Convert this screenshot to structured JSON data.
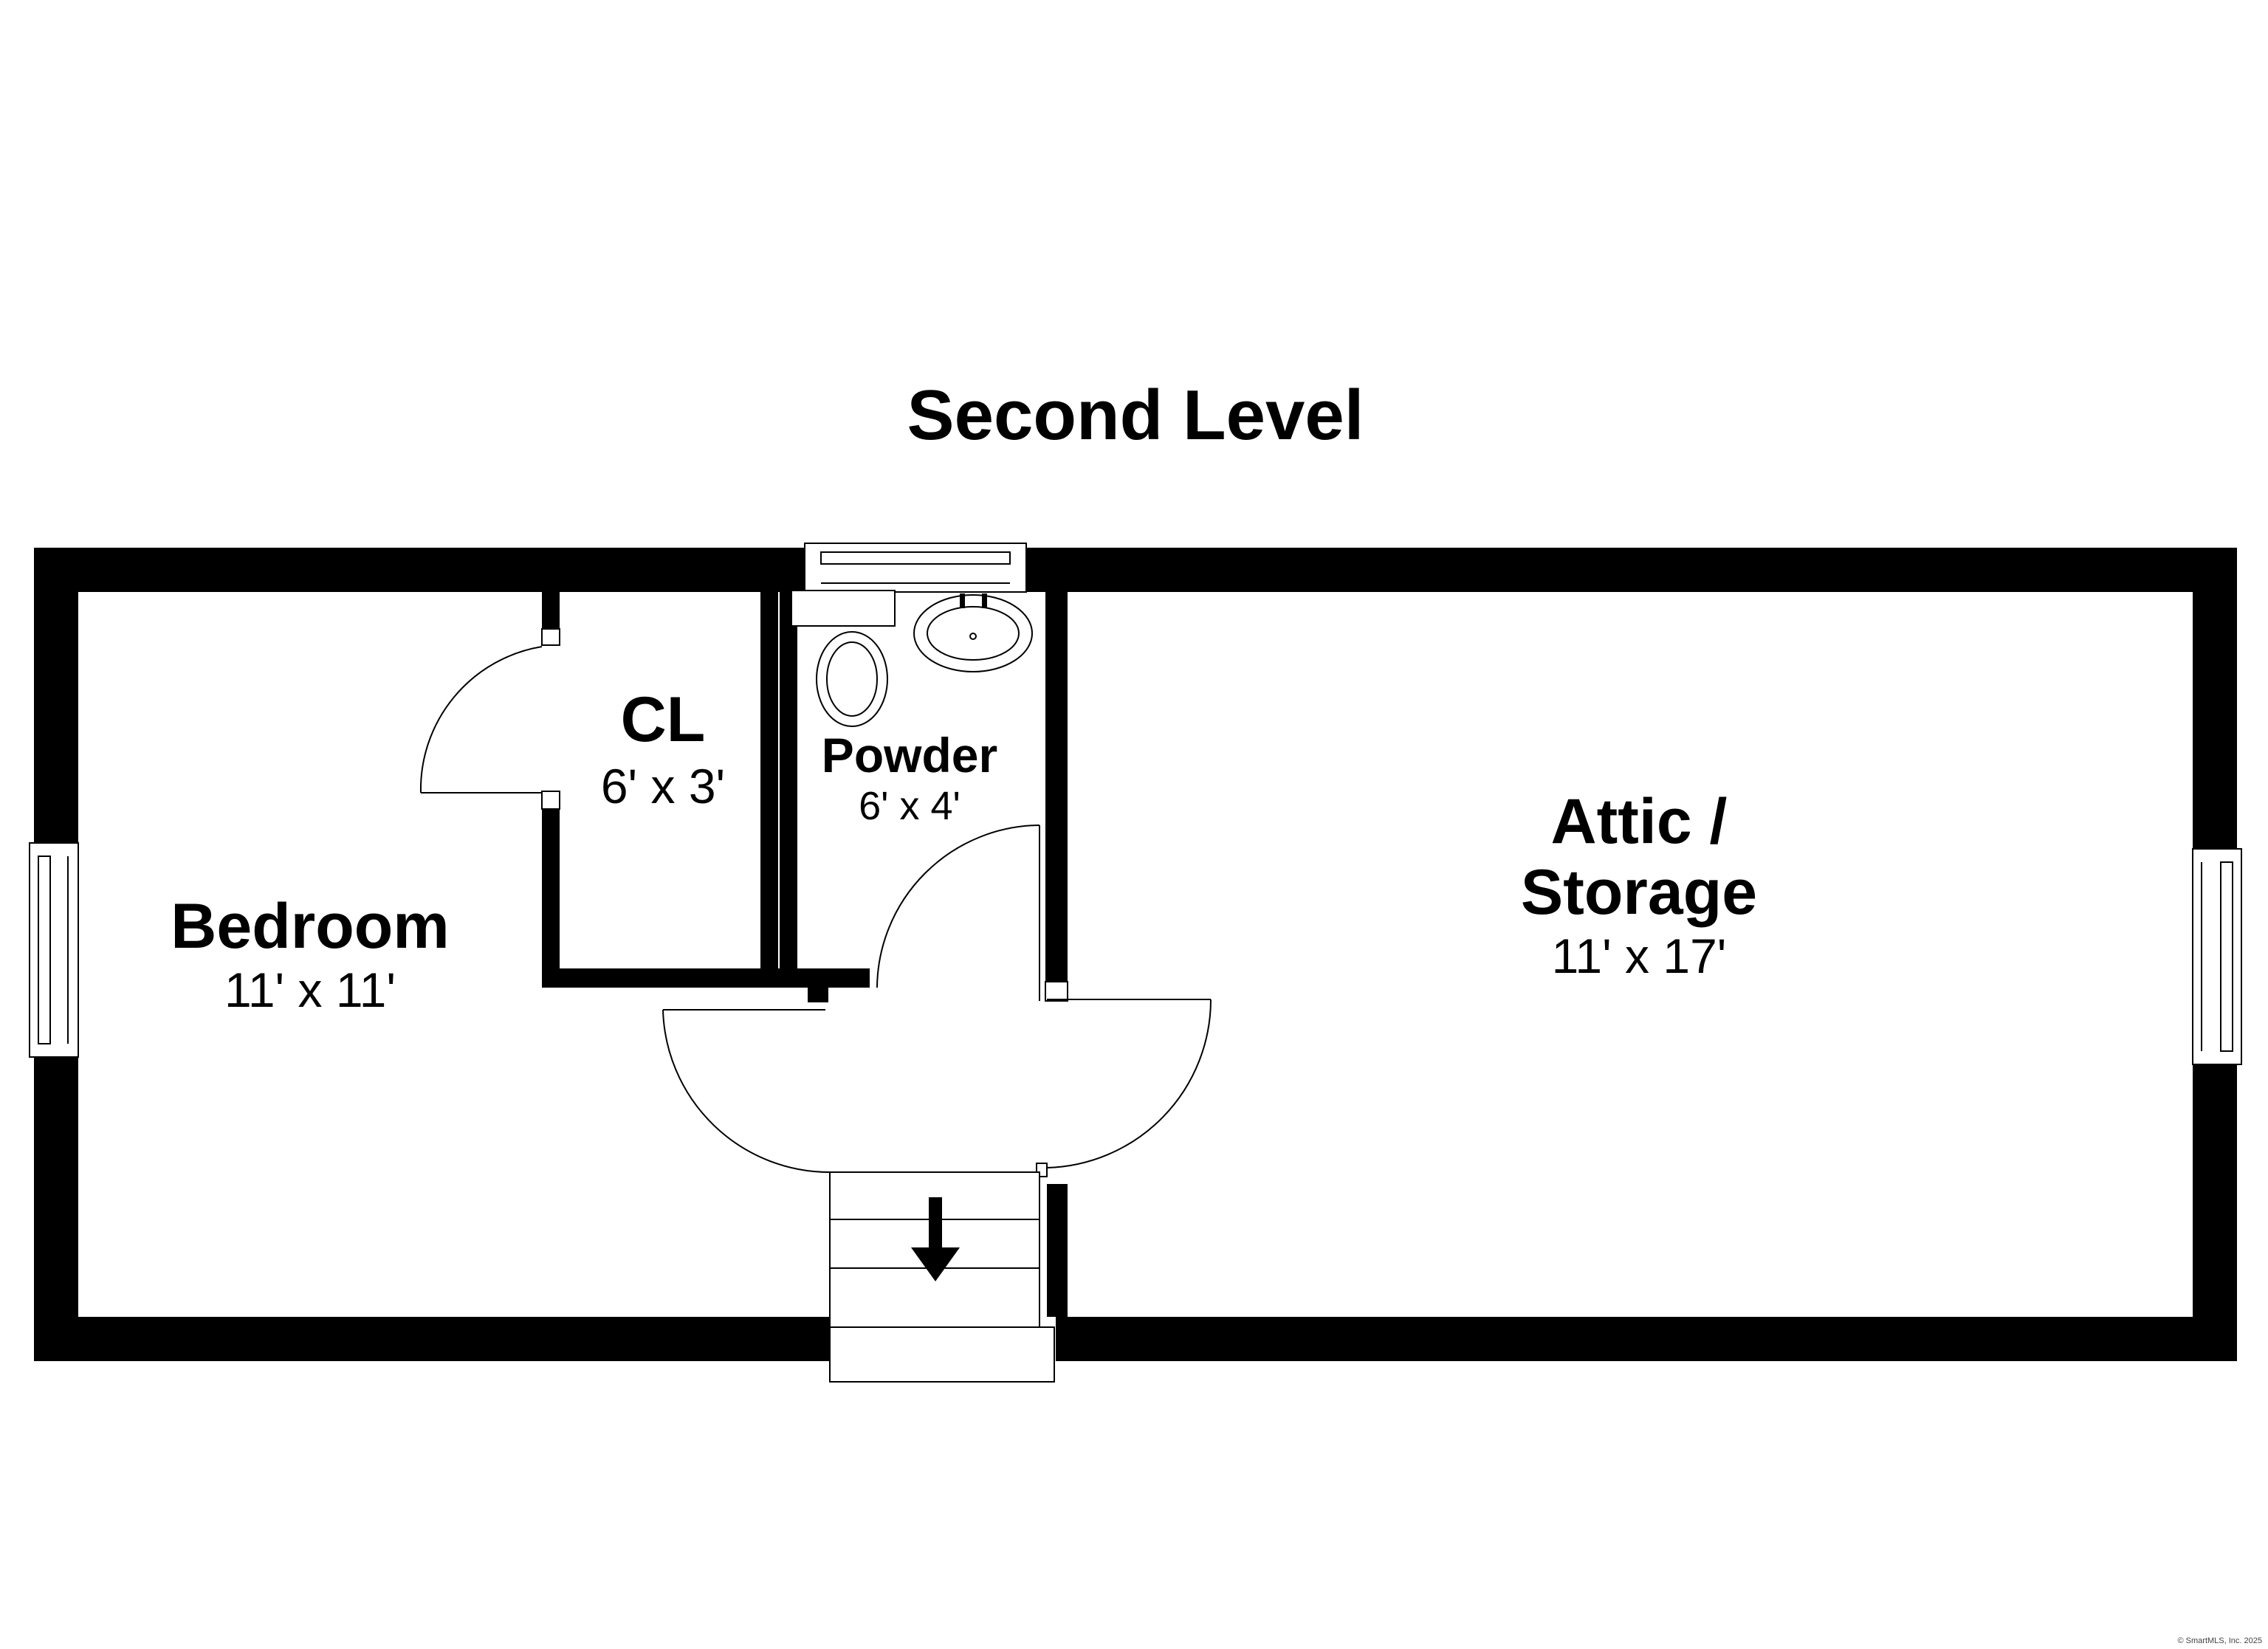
{
  "title": "Second Level",
  "rooms": {
    "bedroom": {
      "name": "Bedroom",
      "dims": "11' x 11'"
    },
    "closet": {
      "name": "CL",
      "dims": "6' x 3'"
    },
    "powder": {
      "name": "Powder",
      "dims": "6' x 4'"
    },
    "attic": {
      "name_line1": "Attic /",
      "name_line2": "Storage",
      "dims": "11' x 17'"
    }
  },
  "stairs": {
    "direction": "down"
  },
  "copyright": "© SmartMLS, Inc. 2025"
}
